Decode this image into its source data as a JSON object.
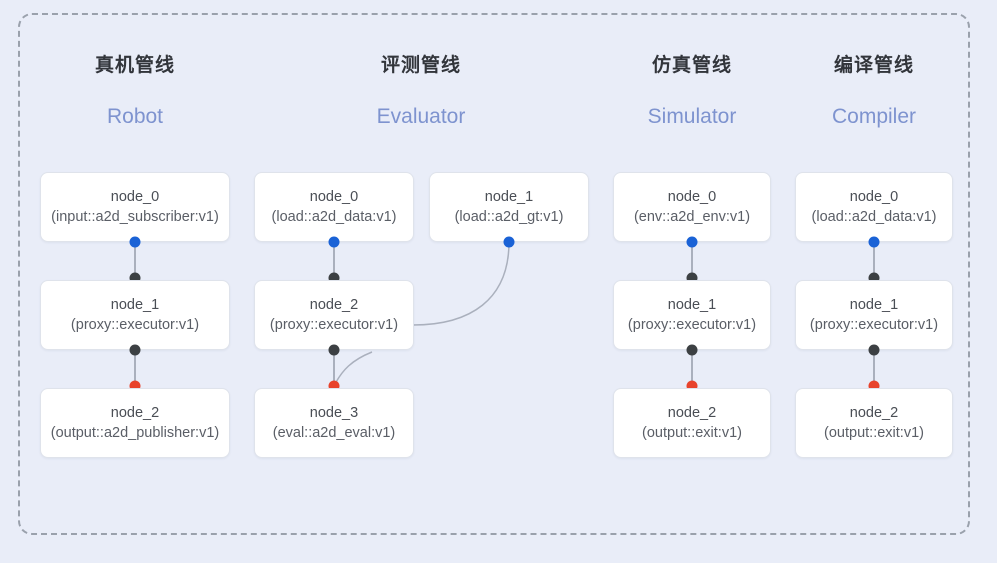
{
  "diagram": {
    "background_color": "#e9edf8",
    "frame_border_color": "#9aa1ac",
    "dot_colors": {
      "input": "#1a62d6",
      "intermediate": "#3c4043",
      "output": "#e8432c"
    },
    "columns": [
      {
        "id": "robot",
        "title_cn": "真机管线",
        "title_en": "Robot",
        "nodes": [
          {
            "name": "node_0",
            "spec": "(input::a2d_subscriber:v1)"
          },
          {
            "name": "node_1",
            "spec": "(proxy::executor:v1)"
          },
          {
            "name": "node_2",
            "spec": "(output::a2d_publisher:v1)"
          }
        ]
      },
      {
        "id": "evaluator",
        "title_cn": "评测管线",
        "title_en": "Evaluator",
        "nodes": [
          {
            "name": "node_0",
            "spec": "(load::a2d_data:v1)"
          },
          {
            "name": "node_1",
            "spec": "(load::a2d_gt:v1)"
          },
          {
            "name": "node_2",
            "spec": "(proxy::executor:v1)"
          },
          {
            "name": "node_3",
            "spec": "(eval::a2d_eval:v1)"
          }
        ]
      },
      {
        "id": "simulator",
        "title_cn": "仿真管线",
        "title_en": "Simulator",
        "nodes": [
          {
            "name": "node_0",
            "spec": "(env::a2d_env:v1)"
          },
          {
            "name": "node_1",
            "spec": "(proxy::executor:v1)"
          },
          {
            "name": "node_2",
            "spec": "(output::exit:v1)"
          }
        ]
      },
      {
        "id": "compiler",
        "title_cn": "编译管线",
        "title_en": "Compiler",
        "nodes": [
          {
            "name": "node_0",
            "spec": "(load::a2d_data:v1)"
          },
          {
            "name": "node_1",
            "spec": "(proxy::executor:v1)"
          },
          {
            "name": "node_2",
            "spec": "(output::exit:v1)"
          }
        ]
      }
    ]
  }
}
